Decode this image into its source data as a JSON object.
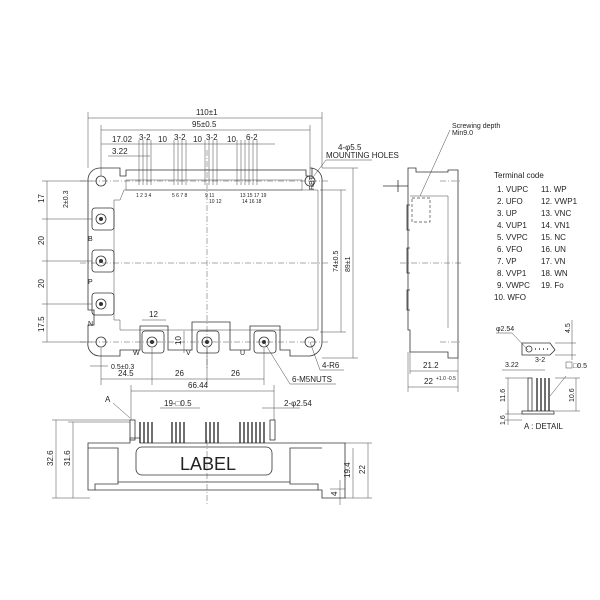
{
  "top_view": {
    "dims": {
      "overall_width": "110±1",
      "hole_pitch": "95±0.5",
      "pin_offset": "17.02",
      "pin_offset_small": "3.22",
      "group_pitch_1": "3-2",
      "gap_1": "10",
      "group_pitch_2": "3-2",
      "gap_2": "10",
      "group_pitch_3": "3-2",
      "gap_3": "10",
      "group_pitch_4": "6-2",
      "left_17": "17",
      "left_2": "2±0.3",
      "left_20a": "20",
      "left_20b": "20",
      "left_17_5": "17.5",
      "height_74": "74±0.5",
      "height_89": "89±1",
      "tab_12": "12",
      "tab_10": "10",
      "offset_05": "0.5±0.3",
      "bottom_24_5": "24.5",
      "bottom_26a": "26",
      "bottom_26b": "26",
      "overall_66": "66.44"
    },
    "callouts": {
      "holes_count": "4-φ5.5",
      "holes_label": "MOUNTING HOLES",
      "corner_radius": "4-R6",
      "nuts": "6-M5NUTS"
    },
    "pin_numbers": [
      "1 2 3 4",
      "5 6 7 8",
      "9  11",
      "10 12",
      "13  15 17 19",
      "14 16 18"
    ],
    "terminal_letters": [
      "B",
      "P",
      "N",
      "W",
      "V",
      "U"
    ],
    "rbt": "RBT"
  },
  "side_view": {
    "screw_title": "Screwing depth",
    "screw_min": "Min9.0",
    "dim_21_2": "21.2",
    "dim_22": "22",
    "dim_22_tol": "+1.0 -0.5"
  },
  "front_view": {
    "detail_marker": "A",
    "pins": "19-□0.5",
    "pins_diam": "2-φ2.54",
    "h_32_6": "32.6",
    "h_31_6": "31.6",
    "h_19_4": "19.4",
    "h_22": "22",
    "h_4": "4",
    "label": "LABEL"
  },
  "terminal_code": {
    "title": "Terminal code",
    "left": [
      "1. VUPC",
      "2. UFO",
      "3. UP",
      "4. VUP1",
      "5. VVPC",
      "6. VFO",
      "7. VP",
      "8. VVP1",
      "9. VWPC",
      "10. WFO"
    ],
    "right": [
      "11. WP",
      "12. VWP1",
      "13. VNC",
      "14. VN1",
      "15. NC",
      "16. UN",
      "17. VN",
      "18. WN",
      "19. Fo"
    ]
  },
  "detail_a": {
    "diam": "φ2.54",
    "h_4_5": "4.5",
    "offset": "3.22",
    "pitch": "3-2",
    "square": "□0.5",
    "h_11_6": "11.6",
    "h_10_6": "10.6",
    "h_1_6": "1.6",
    "caption": "A : DETAIL"
  }
}
